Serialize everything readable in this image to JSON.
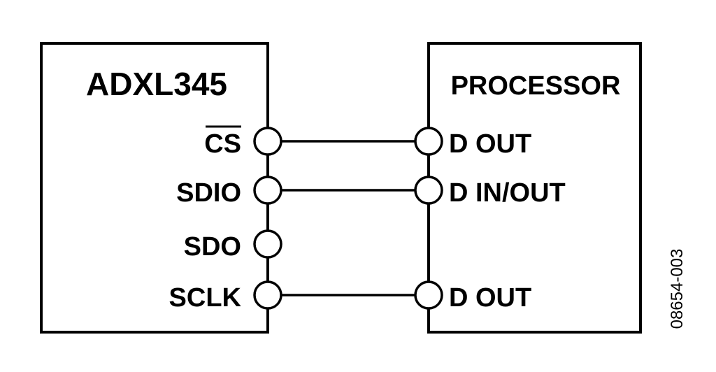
{
  "device": {
    "title": "ADXL345",
    "pins": [
      {
        "label": "CS",
        "overbar": true
      },
      {
        "label": "SDIO",
        "overbar": false
      },
      {
        "label": "SDO",
        "overbar": false
      },
      {
        "label": "SCLK",
        "overbar": false
      }
    ]
  },
  "processor": {
    "title": "PROCESSOR",
    "pins": [
      {
        "label": "D OUT"
      },
      {
        "label": "D IN/OUT"
      },
      {
        "label": "D OUT"
      }
    ]
  },
  "figure_id": "08654-003",
  "colors": {
    "line": "#000000",
    "background": "#ffffff"
  }
}
